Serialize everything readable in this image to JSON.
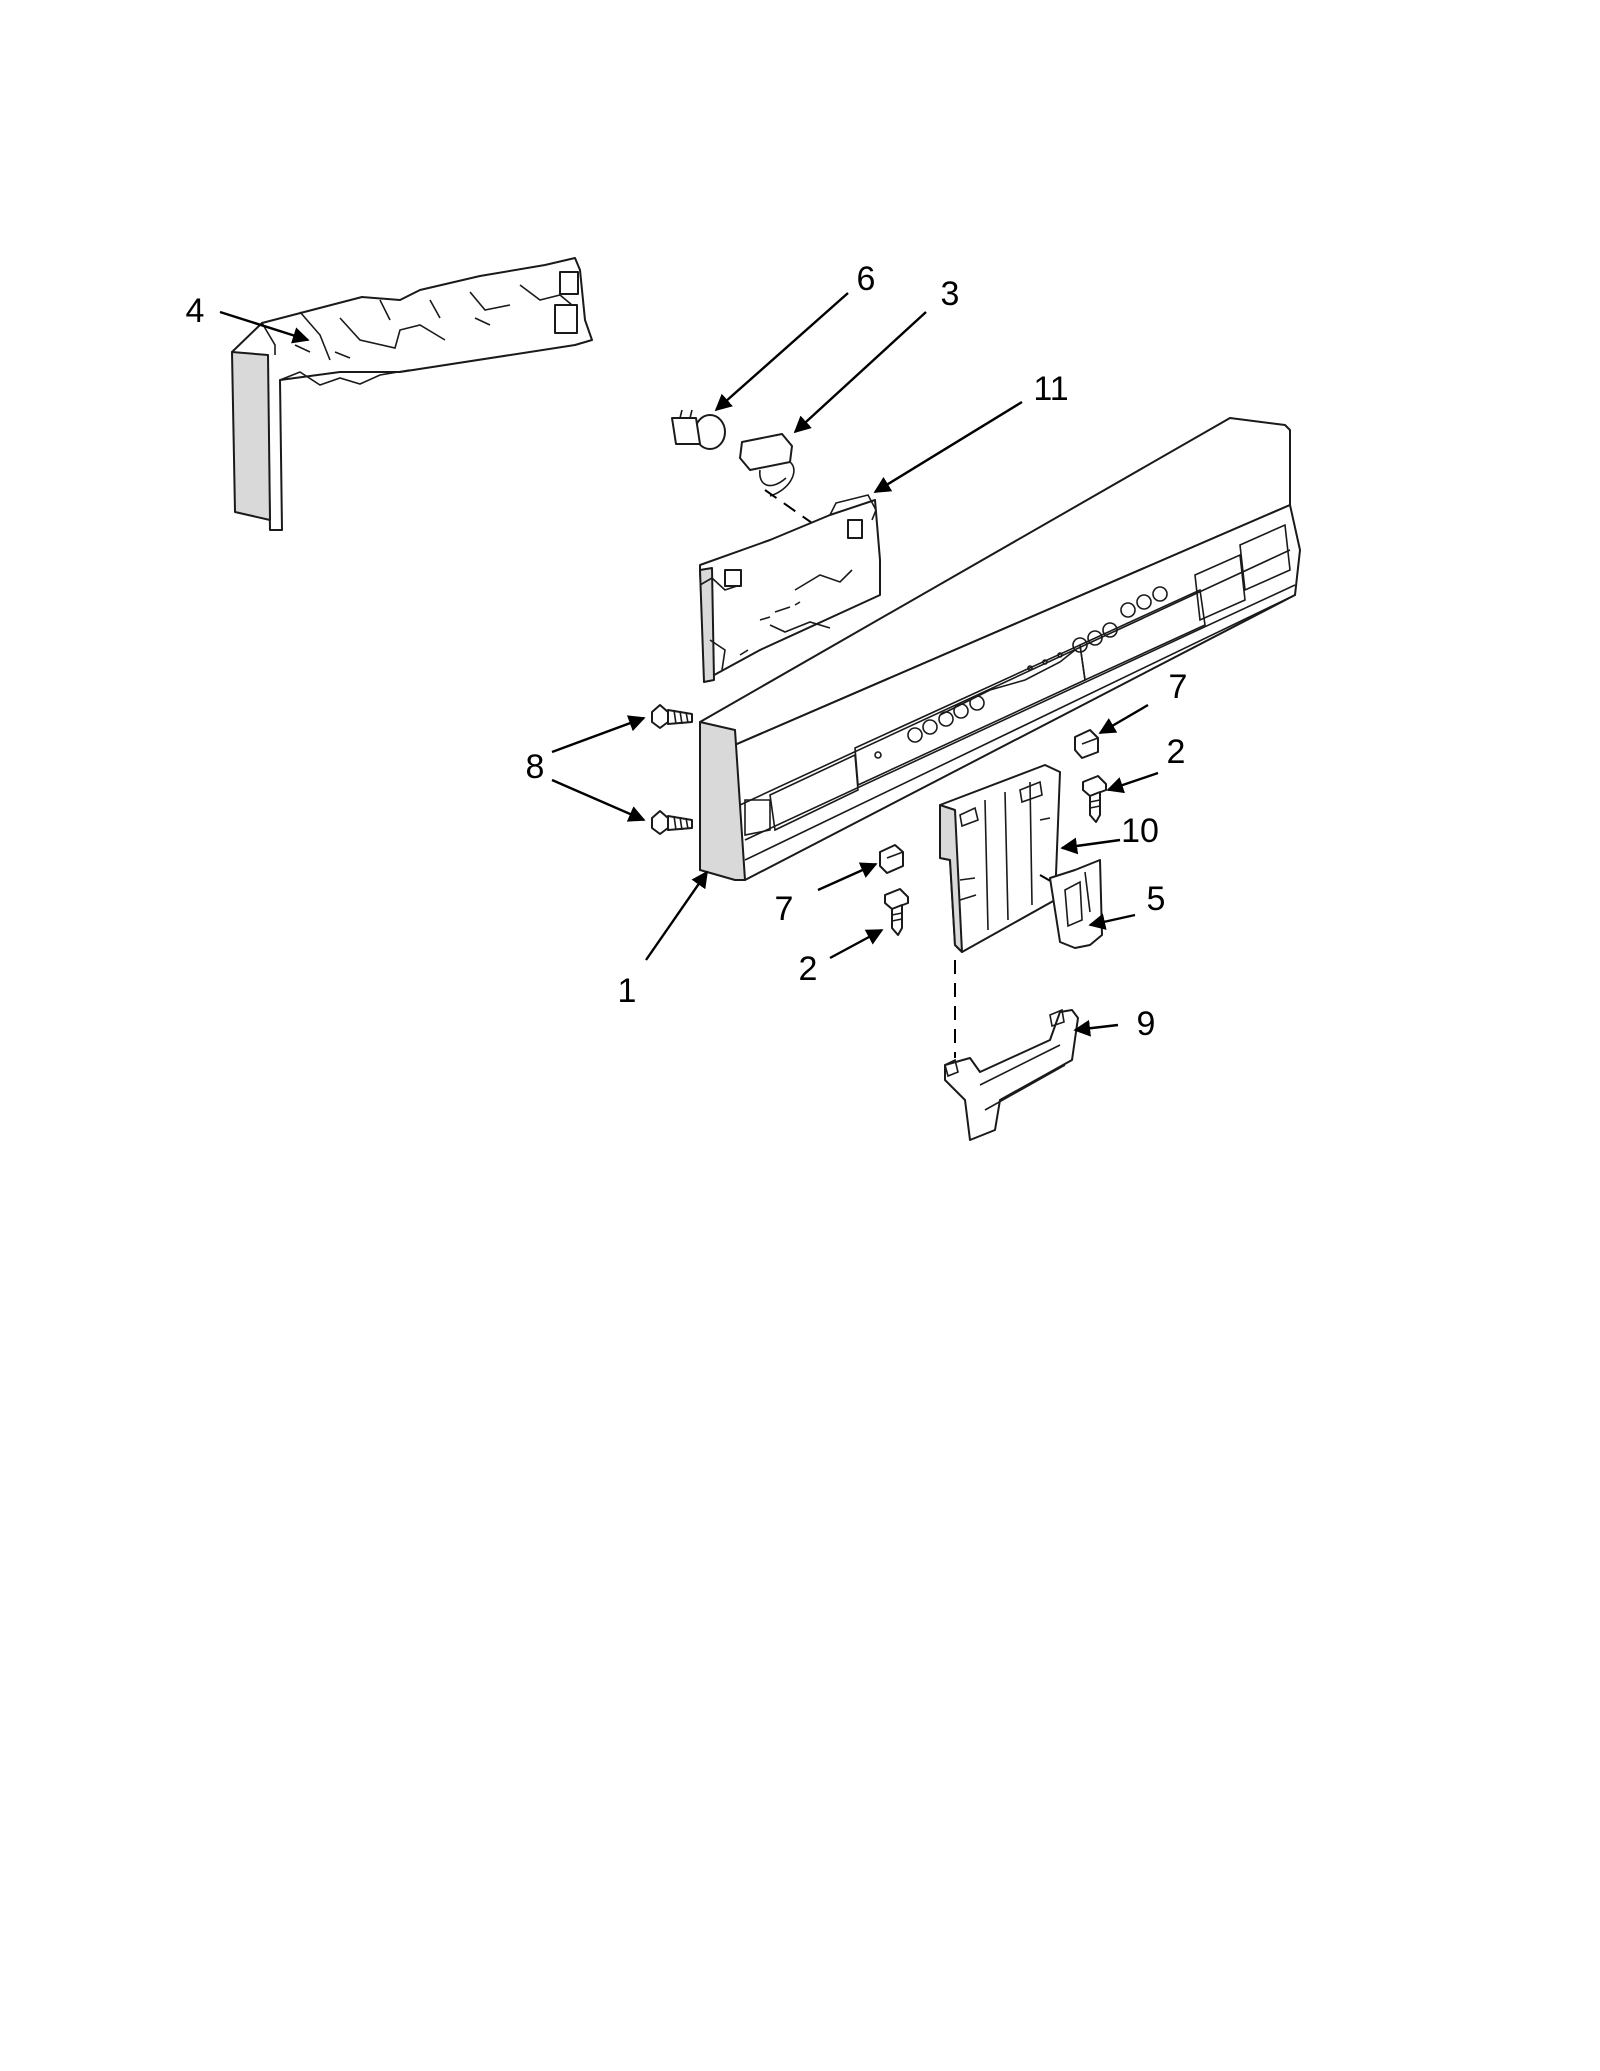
{
  "callouts": {
    "c1": "1",
    "c2a": "2",
    "c2b": "2",
    "c3": "3",
    "c4": "4",
    "c5": "5",
    "c6": "6",
    "c7a": "7",
    "c7b": "7",
    "c8": "8",
    "c9": "9",
    "c10": "10",
    "c11": "11"
  }
}
